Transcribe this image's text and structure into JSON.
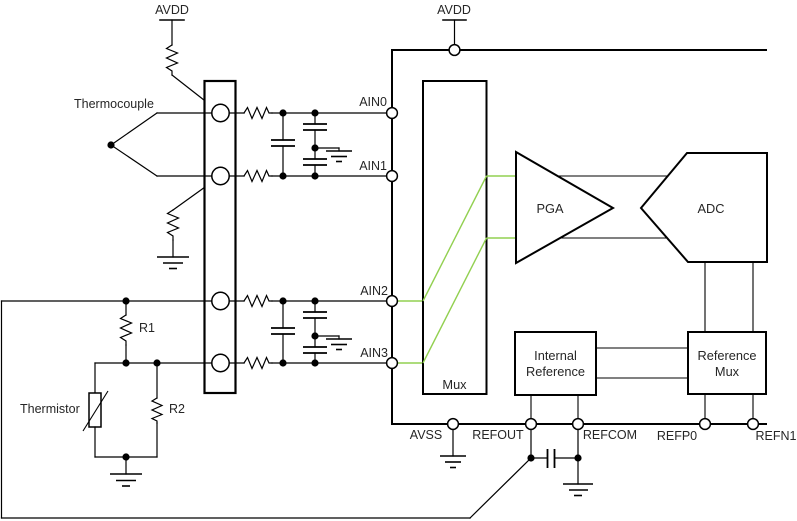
{
  "diagram": {
    "type": "circuit-block-diagram",
    "colors": {
      "wire": "#000000",
      "highlight_wire": "#92d050",
      "text": "#262626",
      "background": "#ffffff"
    },
    "power_labels": {
      "avdd_left": "AVDD",
      "avdd_top": "AVDD"
    },
    "component_labels": {
      "thermocouple": "Thermocouple",
      "thermistor": "Thermistor",
      "r1": "R1",
      "r2": "R2"
    },
    "pin_labels": {
      "ain0": "AIN0",
      "ain1": "AIN1",
      "ain2": "AIN2",
      "ain3": "AIN3",
      "avss": "AVSS",
      "refout": "REFOUT",
      "refcom": "REFCOM",
      "refp0": "REFP0",
      "refn1": "REFN1"
    },
    "block_labels": {
      "mux": "Mux",
      "pga": "PGA",
      "adc": "ADC",
      "internal_reference": [
        "Internal",
        "Reference"
      ],
      "reference_mux": [
        "Reference",
        "Mux"
      ]
    }
  }
}
